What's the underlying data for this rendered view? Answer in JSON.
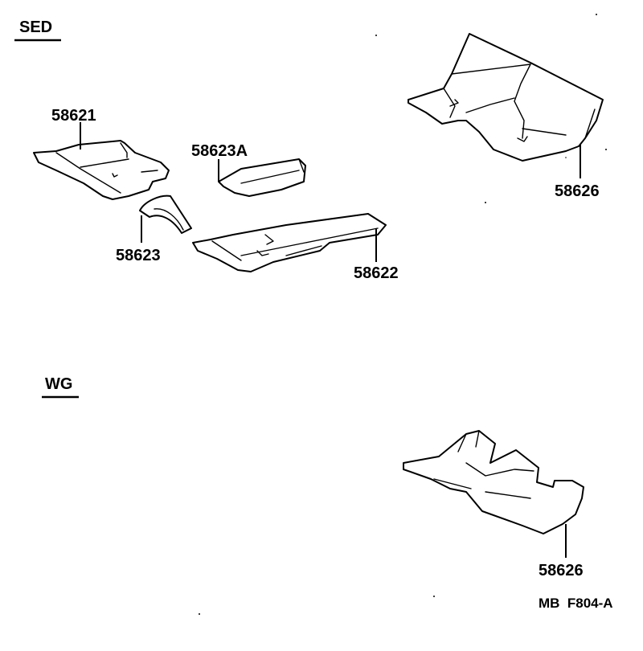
{
  "sections": {
    "sed": {
      "label": "SED"
    },
    "wg": {
      "label": "WG"
    }
  },
  "parts": {
    "p58621": "58621",
    "p58623a": "58623A",
    "p58623": "58623",
    "p58622": "58622",
    "p58626_sed": "58626",
    "p58626_wg": "58626"
  },
  "footer": {
    "code": "MB  F804-A"
  }
}
